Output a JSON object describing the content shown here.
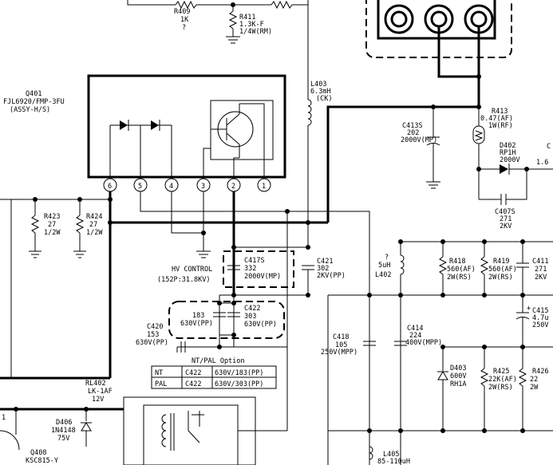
{
  "q401": {
    "ref": "Q401",
    "part": "FJL6920/FMP-3FU",
    "note": "(ASSY-H/S)",
    "pins": [
      "6",
      "5",
      "4",
      "3",
      "2",
      "1"
    ]
  },
  "r409": {
    "ref": "R409",
    "value": "1K",
    "tol": "?"
  },
  "r411": {
    "ref": "R411",
    "value": "1.3K-F",
    "rating": "1/4W(RM)"
  },
  "l403": {
    "ref": "L403",
    "value": "6.3mH",
    "type": "(CK)"
  },
  "r413": {
    "ref": "R413",
    "value": "0.47(AF)",
    "rating": "1W(RF)"
  },
  "d402": {
    "ref": "D402",
    "part": "RP1H",
    "rating": "2000V"
  },
  "c413": {
    "ref": "C413S",
    "value": "202",
    "rating": "2000V(MP)"
  },
  "c407": {
    "ref": "C407S",
    "value": "271",
    "rating": "2KV"
  },
  "edge_right": {
    "c_ref": "C",
    "value": "1.6"
  },
  "r423": {
    "ref": "R423",
    "value": "27",
    "rating": "1/2W"
  },
  "r424": {
    "ref": "R424",
    "value": "27",
    "rating": "1/2W"
  },
  "hv_control": {
    "label": "HV CONTROL",
    "range": "(152P:31.8KV)"
  },
  "c417": {
    "ref": "C417S",
    "value": "332",
    "rating": "2000V(MP)"
  },
  "c421": {
    "ref": "C421",
    "value": "302",
    "rating": "2KV(PP)"
  },
  "l402": {
    "ref": "L402",
    "value": "5uH",
    "tol": "?"
  },
  "r418": {
    "ref": "R418",
    "value": "560(AF)",
    "rating": "2W(RS)"
  },
  "r419": {
    "ref": "R419",
    "value": "560(AF)",
    "rating": "2W(RS)"
  },
  "c411": {
    "ref": "C411",
    "value": "271",
    "rating": "2KV"
  },
  "c415": {
    "ref": "C415",
    "value": "4.7u",
    "rating": "250V"
  },
  "c420": {
    "ref": "C420",
    "value": "153",
    "rating": "630V(PP)"
  },
  "c422_left": {
    "value": "183",
    "rating": "630V(PP)"
  },
  "c422": {
    "ref": "C422",
    "value": "303",
    "rating": "630V(PP)"
  },
  "c418": {
    "ref": "C418",
    "value": "105",
    "rating": "250V(MPP)"
  },
  "c414": {
    "ref": "C414",
    "value": "224",
    "rating": "400V(MPP)"
  },
  "d403": {
    "ref": "D403",
    "rating": "600V",
    "part": "RH1A"
  },
  "r425": {
    "ref": "R425",
    "value": "22K(AF)",
    "rating": "2W(RS)"
  },
  "r426": {
    "ref": "R426",
    "value": "22",
    "rating": "2W"
  },
  "ntpal": {
    "title": "NT/PAL Option",
    "rows": [
      [
        "NT",
        "C422",
        "630V/183(PP)"
      ],
      [
        "PAL",
        "C422",
        "630V/303(PP)"
      ]
    ]
  },
  "rl402": {
    "ref": "RL402",
    "part": "LK-1AF",
    "rating": "12V"
  },
  "d406": {
    "ref": "D406",
    "part": "1N4148",
    "rating": "75V"
  },
  "q408": {
    "ref": "Q408",
    "part": "KSC815-Y"
  },
  "l405": {
    "ref": "L405",
    "value": "85-110uH"
  },
  "r_edge": {
    "value": "1"
  }
}
